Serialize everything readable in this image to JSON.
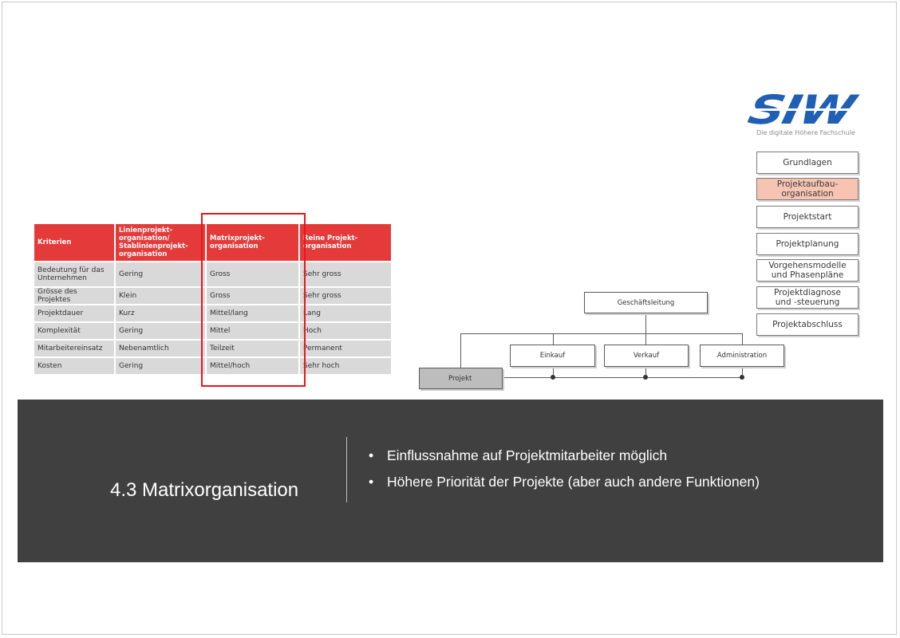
{
  "logo": {
    "wordmark": "SIW",
    "tagline": "Die digitale Höhere Fachschule"
  },
  "nav": {
    "items": [
      {
        "label": "Grundlagen",
        "active": false
      },
      {
        "label": "Projektaufbau-\norganisation",
        "active": true
      },
      {
        "label": "Projektstart",
        "active": false
      },
      {
        "label": "Projektplanung",
        "active": false
      },
      {
        "label": "Vorgehensmodelle\nund Phasenpläne",
        "active": false
      },
      {
        "label": "Projektdiagnose\nund -steuerung",
        "active": false
      },
      {
        "label": "Projektabschluss",
        "active": false
      }
    ],
    "active_color": "#f7c4b4"
  },
  "table": {
    "headers": [
      "Kriterien",
      "Linienprojekt-\norganisation/\nStablinienprojekt-\norganisation",
      "Matrixprojekt-\norganisation",
      "Reine Projekt-\norganisation"
    ],
    "rows": [
      [
        "Bedeutung für das\nUnternehmen",
        "Gering",
        "Gross",
        "Sehr gross"
      ],
      [
        "Grösse des Projektes",
        "Klein",
        "Gross",
        "Sehr gross"
      ],
      [
        "Projektdauer",
        "Kurz",
        "Mittel/lang",
        "Lang"
      ],
      [
        "Komplexität",
        "Gering",
        "Mittel",
        "Hoch"
      ],
      [
        "Mitarbeitereinsatz",
        "Nebenamtlich",
        "Teilzeit",
        "Permanent"
      ],
      [
        "Kosten",
        "Gering",
        "Mittel/hoch",
        "Sehr hoch"
      ]
    ],
    "header_color": "#e53a3a",
    "highlight_color": "#e8161c"
  },
  "org_chart": {
    "top": "Geschäftsleitung",
    "departments": [
      "Einkauf",
      "Verkauf",
      "Administration"
    ],
    "project": "Projekt"
  },
  "panel": {
    "title": "4.3 Matrixorganisation",
    "bullets": [
      "Einflussnahme auf Projektmitarbeiter möglich",
      "Höhere Priorität der Projekte (aber auch andere Funktionen)"
    ],
    "background": "#404040"
  }
}
